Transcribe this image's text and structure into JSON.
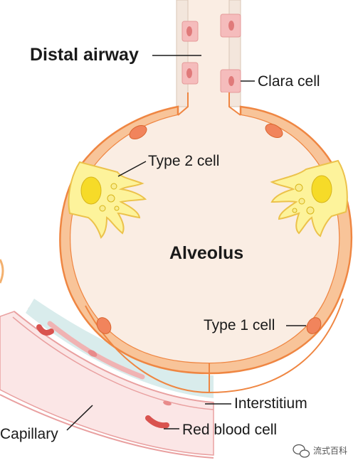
{
  "labels": {
    "distal_airway": "Distal airway",
    "clara_cell": "Clara cell",
    "type2_cell": "Type 2 cell",
    "alveolus": "Alveolus",
    "type1_cell": "Type 1 cell",
    "interstitium": "Interstitium",
    "capillary": "Capillary",
    "red_blood_cell": "Red blood cell"
  },
  "watermark": {
    "text": "流式百科",
    "icon": "wechat-bubble-icon"
  },
  "colors": {
    "alveolus_fill": "#faede3",
    "wall_fill": "#f8c499",
    "wall_stroke": "#ef8642",
    "nucleus_fill": "#f1845c",
    "type2_fill": "#fdf39b",
    "type2_stroke": "#ecc24b",
    "airway_cell": "#f5bcbc",
    "capillary_fill": "#fbe6e6",
    "interstitium_fill": "#d9ecec",
    "rbc_fill": "#d9534f"
  }
}
